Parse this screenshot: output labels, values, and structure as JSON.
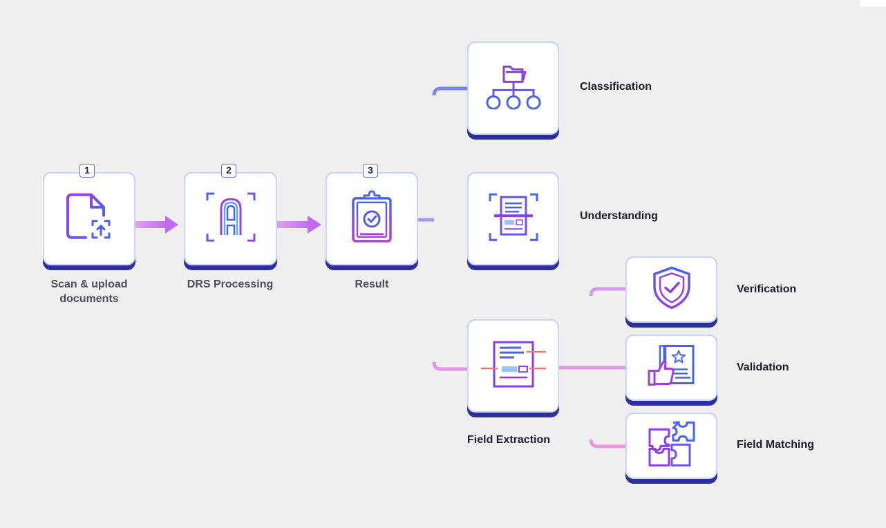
{
  "steps": [
    {
      "number": "1",
      "label_line1": "Scan & upload",
      "label_line2": "documents"
    },
    {
      "number": "2",
      "label": "DRS Processing"
    },
    {
      "number": "3",
      "label": "Result"
    }
  ],
  "branches": {
    "classification": "Classification",
    "understanding": "Understanding",
    "field_extraction": "Field Extraction"
  },
  "sub_branches": {
    "verification": "Verification",
    "validation": "Validation",
    "field_matching": "Field Matching"
  },
  "icons": [
    "upload-document-icon",
    "ocr-letter-scan-icon",
    "clipboard-check-icon",
    "folder-hierarchy-icon",
    "document-scanner-icon",
    "field-extraction-document-icon",
    "shield-check-icon",
    "thumbs-up-certificate-icon",
    "puzzle-icon"
  ],
  "colors": {
    "card_shadow": "#2d2f9e",
    "card_border": "#c9d6fb",
    "connector_blue": "#7b86f2",
    "connector_pink": "#e394e8",
    "icon_purple": "#8b3fe0",
    "icon_blue": "#4b63e6"
  }
}
